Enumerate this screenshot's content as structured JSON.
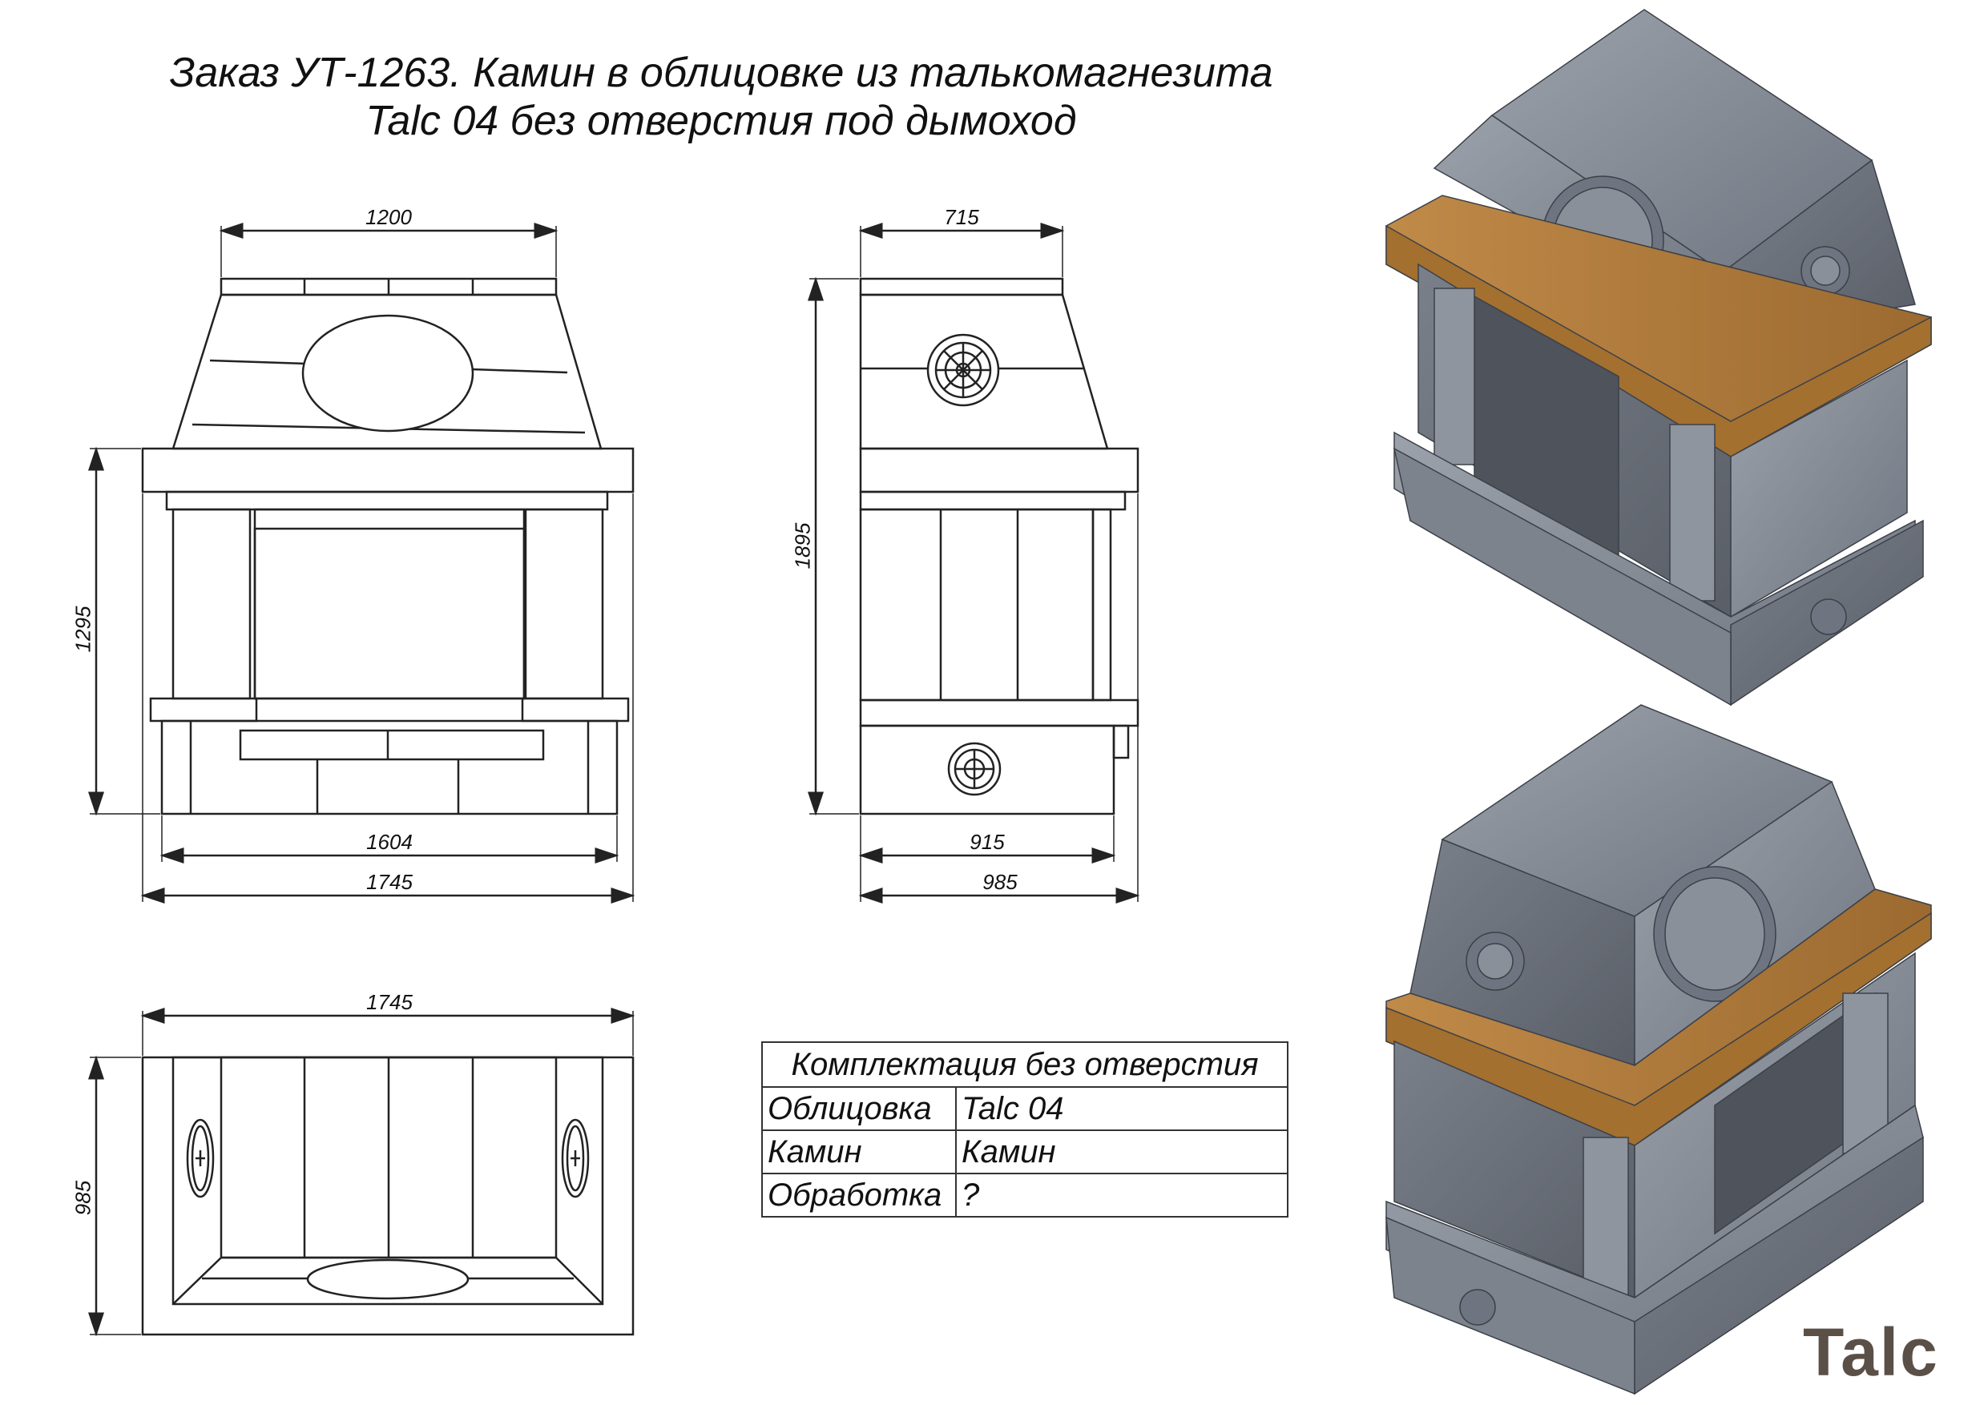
{
  "title": {
    "line1": "Заказ УТ-1263. Камин в облицовке из талькомагнезита",
    "line2": "Talc 04 без отверстия под дымоход"
  },
  "front_view": {
    "dims": {
      "top_width": "1200",
      "height": "1295",
      "base_width": "1604",
      "total_width": "1745"
    }
  },
  "side_view": {
    "dims": {
      "top_width": "715",
      "height": "1895",
      "base_width": "915",
      "total_width": "985"
    }
  },
  "plan_view": {
    "dims": {
      "width": "1745",
      "depth": "985"
    }
  },
  "spec_table": {
    "header": "Комплектация без отверстия",
    "rows": [
      {
        "key": "Облицовка",
        "value": "Talc 04"
      },
      {
        "key": "Камин",
        "value": "Камин"
      },
      {
        "key": "Обработка",
        "value": "?"
      }
    ]
  },
  "logo": "Talc",
  "colors": {
    "stone": "#7f8590",
    "wood": "#b07a3a",
    "line": "#222222"
  }
}
